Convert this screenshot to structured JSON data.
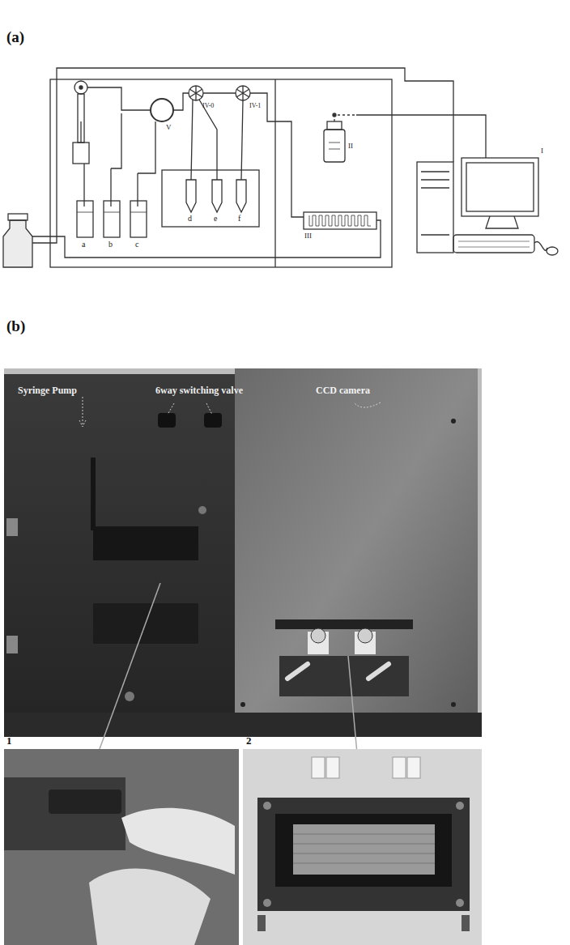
{
  "diagram": {
    "labels": [
      "(a)",
      "I",
      "II",
      "III",
      "IV-0",
      "IV-1",
      "V",
      "a",
      "b",
      "c",
      "d",
      "e",
      "f",
      "(b)",
      "Syringe Pump",
      "6way switching valve",
      "CCD camera",
      "1",
      "2"
    ]
  }
}
